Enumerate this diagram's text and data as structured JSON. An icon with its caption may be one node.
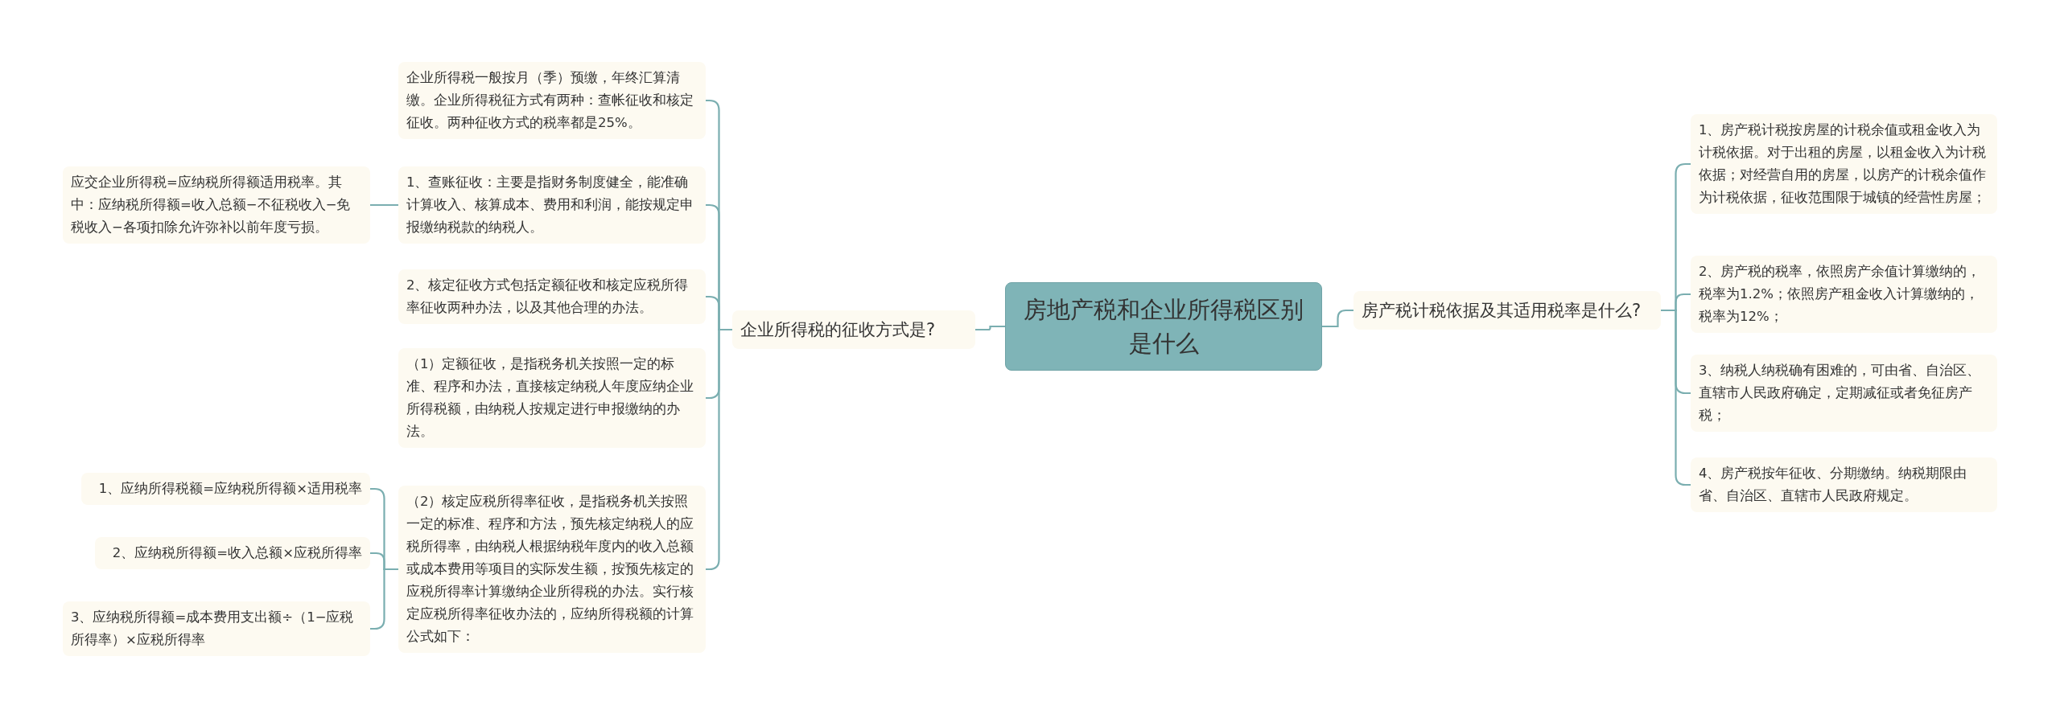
{
  "diagram": {
    "nodes": [
      {
        "text": [
          "房地产税和企业所得税区别是什么"
        ]
      },
      {
        "text": [
          "企业所得税的征收方式是?"
        ]
      },
      {
        "text": [
          "企业所得税一般按月（季）预缴，年终汇算清缴。企业所得税征方式有两种：查帐征收和核定征收。两种征收方式的税率都是25%。"
        ]
      },
      {
        "text": [
          "1、查账征收：主要是指财务制度健全，能准确计算收入、核算成本、费用和利润，能按规定申报缴纳税款的纳税人。"
        ]
      },
      {
        "text": [
          "应交企业所得税=应纳税所得额适用税率。其中：应纳税所得额=收入总额−不征税收入−免税收入−各项扣除允许弥补以前年度亏损。"
        ]
      },
      {
        "text": [
          "2、核定征收方式包括定额征收和核定应税所得率征收两种办法，以及其他合理的办法。"
        ]
      },
      {
        "text": [
          "（1）定额征收，是指税务机关按照一定的标准、程序和办法，直接核定纳税人年度应纳企业所得税额，由纳税人按规定进行申报缴纳的办法。"
        ]
      },
      {
        "text": [
          "（2）核定应税所得率征收，是指税务机关按照一定的标准、程序和方法，预先核定纳税人的应税所得率，由纳税人根据纳税年度内的收入总额或成本费用等项目的实际发生额，按预先核定的应税所得率计算缴纳企业所得税的办法。实行核定应税所得率征收办法的，应纳所得税额的计算公式如下："
        ]
      },
      {
        "text": [
          "1、应纳所得税额=应纳税所得额×适用税率"
        ]
      },
      {
        "text": [
          "2、应纳税所得额=收入总额×应税所得率"
        ]
      },
      {
        "text": [
          "3、应纳税所得额=成本费用支出额÷（1−应税所得率）×应税所得率"
        ]
      },
      {
        "text": [
          "房产税计税依据及其适用税率是什么?"
        ]
      },
      {
        "text": [
          "1、房产税计税按房屋的计税余值或租金收入为计税依据。对于出租的房屋，以租金收入为计税依据；对经营自用的房屋，以房产的计税余值作为计税依据，征收范围限于城镇的经营性房屋；"
        ]
      },
      {
        "text": [
          "2、房产税的税率，依照房产余值计算缴纳的，税率为1.2%；依照房产租金收入计算缴纳的，税率为12%；"
        ]
      },
      {
        "text": [
          "3、纳税人纳税确有困难的，可由省、自治区、直辖市人民政府确定，定期减征或者免征房产税；"
        ]
      },
      {
        "text": [
          "4、房产税按年征收、分期缴纳。纳税期限由省、自治区、直辖市人民政府规定。"
        ]
      }
    ],
    "edges": [
      {
        "from": 0,
        "to": 1,
        "arrow": "none"
      },
      {
        "from": 1,
        "to": 2,
        "arrow": "none"
      },
      {
        "from": 1,
        "to": 3,
        "arrow": "none"
      },
      {
        "from": 3,
        "to": 4,
        "arrow": "none"
      },
      {
        "from": 1,
        "to": 5,
        "arrow": "none"
      },
      {
        "from": 1,
        "to": 6,
        "arrow": "none"
      },
      {
        "from": 1,
        "to": 7,
        "arrow": "none"
      },
      {
        "from": 7,
        "to": 8,
        "arrow": "none"
      },
      {
        "from": 7,
        "to": 9,
        "arrow": "none"
      },
      {
        "from": 7,
        "to": 10,
        "arrow": "none"
      },
      {
        "from": 0,
        "to": 11,
        "arrow": "none"
      },
      {
        "from": 11,
        "to": 12,
        "arrow": "none"
      },
      {
        "from": 11,
        "to": 13,
        "arrow": "none"
      },
      {
        "from": 11,
        "to": 14,
        "arrow": "none"
      },
      {
        "from": 11,
        "to": 15,
        "arrow": "none"
      }
    ]
  }
}
